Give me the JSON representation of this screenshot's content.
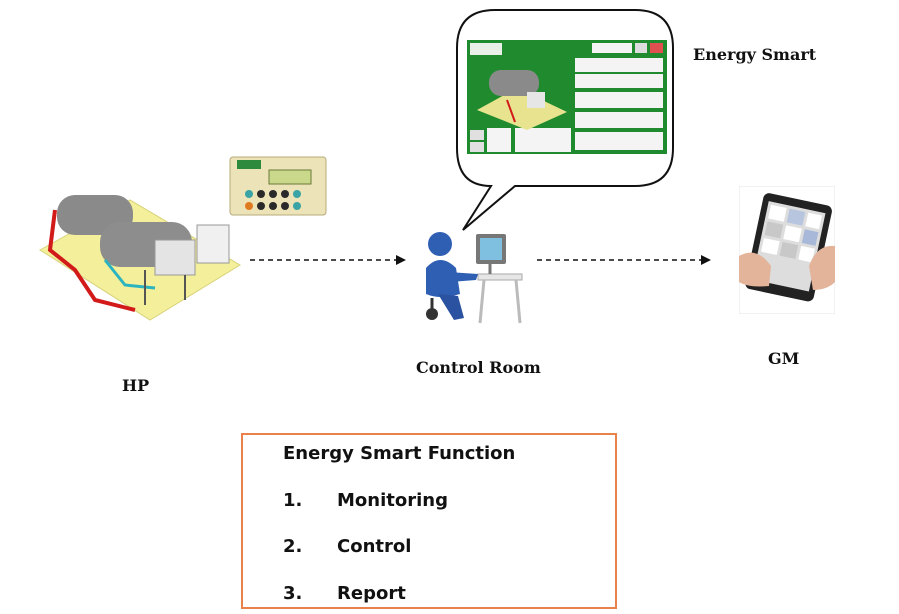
{
  "labels": {
    "hp": "HP",
    "control_room": "Control Room",
    "gm": "GM",
    "energy_smart": "Energy Smart"
  },
  "function_box": {
    "title": "Energy Smart Function",
    "items": [
      {
        "num": "1.",
        "label": "Monitoring"
      },
      {
        "num": "2.",
        "label": "Control"
      },
      {
        "num": "3.",
        "label": "Report"
      }
    ]
  },
  "colors": {
    "box_border": "#e8824a",
    "screen_green": "#1f8a2e",
    "person_blue": "#2f5fb3"
  }
}
